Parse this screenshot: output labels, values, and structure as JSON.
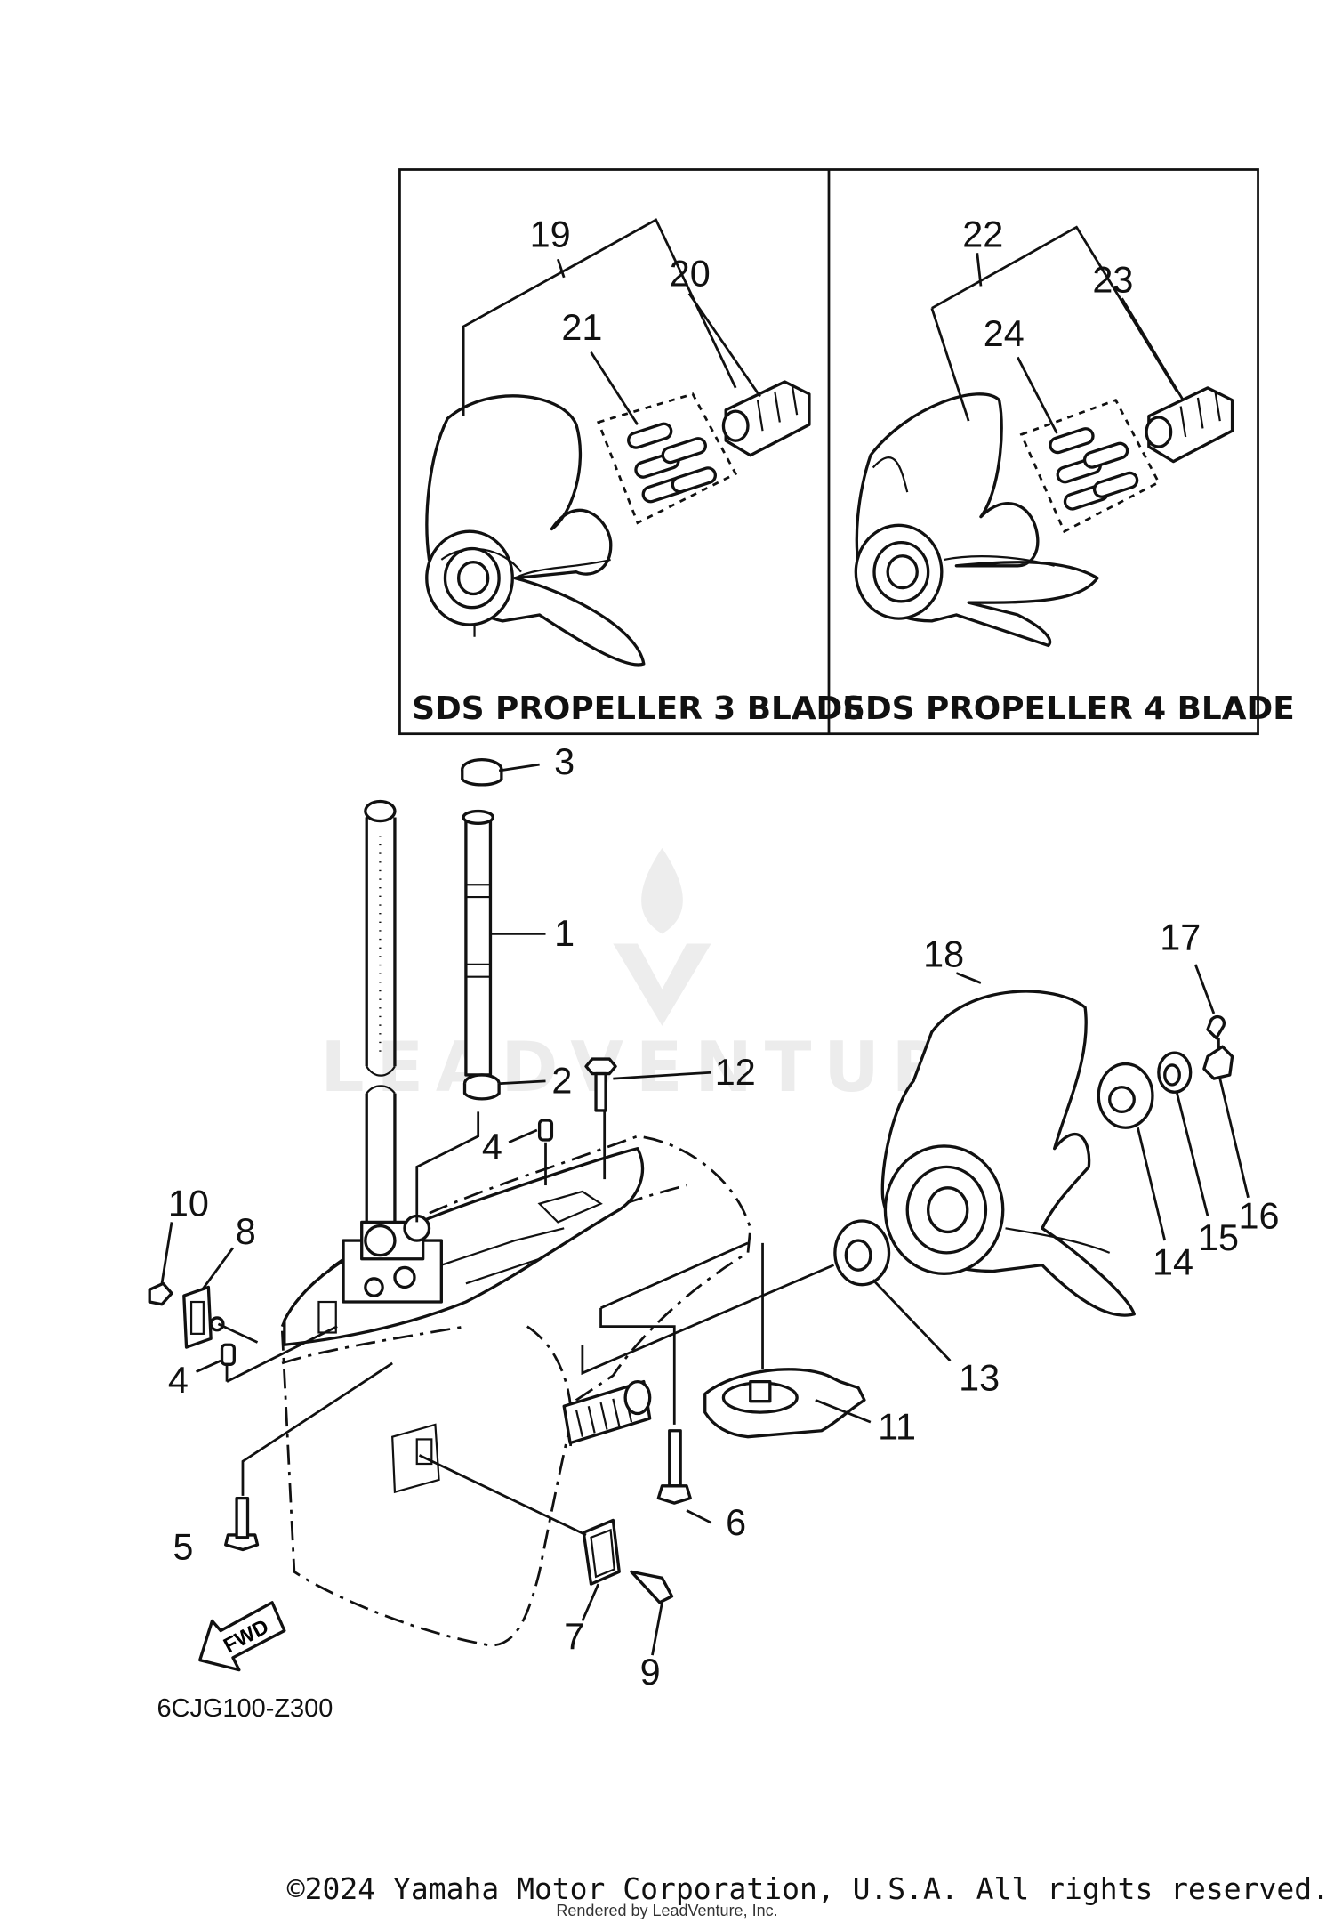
{
  "panels": {
    "left": {
      "label": "SDS PROPELLER 3 BLADE"
    },
    "right": {
      "label": "SDS PROPELLER 4 BLADE"
    }
  },
  "callouts": {
    "c1": "1",
    "c2": "2",
    "c3": "3",
    "c4a": "4",
    "c4b": "4",
    "c5": "5",
    "c6": "6",
    "c7": "7",
    "c8": "8",
    "c9": "9",
    "c10": "10",
    "c11": "11",
    "c12": "12",
    "c13": "13",
    "c14": "14",
    "c15": "15",
    "c16": "16",
    "c17": "17",
    "c18": "18",
    "c19": "19",
    "c20": "20",
    "c21": "21",
    "c22": "22",
    "c23": "23",
    "c24": "24"
  },
  "fwd_label": "FWD",
  "diagram_code": "6CJG100-Z300",
  "watermark": "LEADVENTURE",
  "copyright": "©2024 Yamaha Motor Corporation, U.S.A. All rights reserved.",
  "rendered_by": "Rendered by LeadVenture, Inc."
}
